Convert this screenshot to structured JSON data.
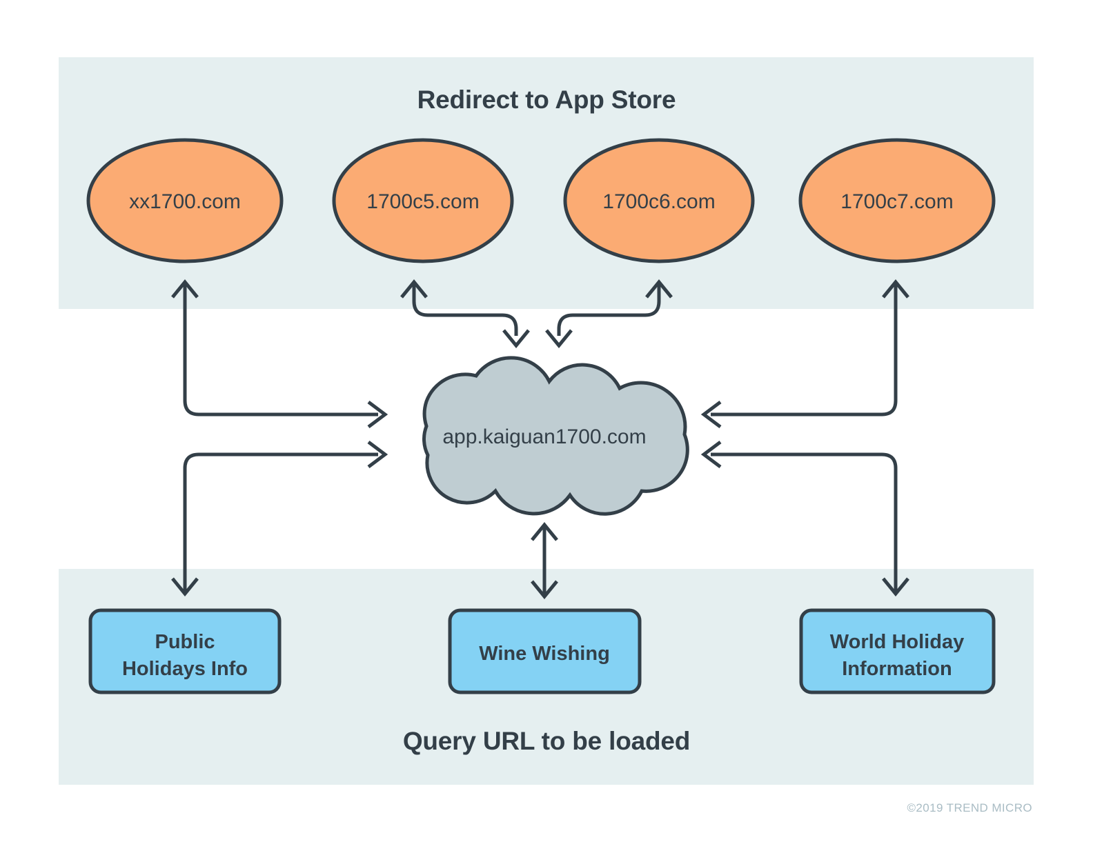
{
  "diagram": {
    "title_top": "Redirect to App Store",
    "title_bottom": "Query URL to be loaded",
    "copyright": "©2019 TREND MICRO",
    "colors": {
      "band": "#e5eff0",
      "ellipse_fill": "#fbab73",
      "cloud_fill": "#bfcdd2",
      "box_fill": "#84d2f4",
      "stroke": "#333f48",
      "text": "#333f48",
      "copyright": "#a9bcc4",
      "page_background": "#ffffff"
    },
    "top_nodes": [
      {
        "label": "xx1700.com"
      },
      {
        "label": "1700c5.com"
      },
      {
        "label": "1700c6.com"
      },
      {
        "label": "1700c7.com"
      }
    ],
    "hub": {
      "label": "app.kaiguan1700.com"
    },
    "bottom_nodes": [
      {
        "line1": "Public",
        "line2": "Holidays Info"
      },
      {
        "line1": "Wine Wishing",
        "line2": ""
      },
      {
        "line1": "World Holiday",
        "line2": "Information"
      }
    ],
    "connections": [
      {
        "from": "app.kaiguan1700.com",
        "to": "xx1700.com",
        "style": "bidirectional"
      },
      {
        "from": "app.kaiguan1700.com",
        "to": "1700c5.com",
        "style": "bidirectional"
      },
      {
        "from": "app.kaiguan1700.com",
        "to": "1700c6.com",
        "style": "bidirectional"
      },
      {
        "from": "app.kaiguan1700.com",
        "to": "1700c7.com",
        "style": "bidirectional"
      },
      {
        "from": "app.kaiguan1700.com",
        "to": "Public Holidays Info",
        "style": "bidirectional"
      },
      {
        "from": "app.kaiguan1700.com",
        "to": "Wine Wishing",
        "style": "bidirectional"
      },
      {
        "from": "app.kaiguan1700.com",
        "to": "World Holiday Information",
        "style": "bidirectional"
      }
    ]
  }
}
